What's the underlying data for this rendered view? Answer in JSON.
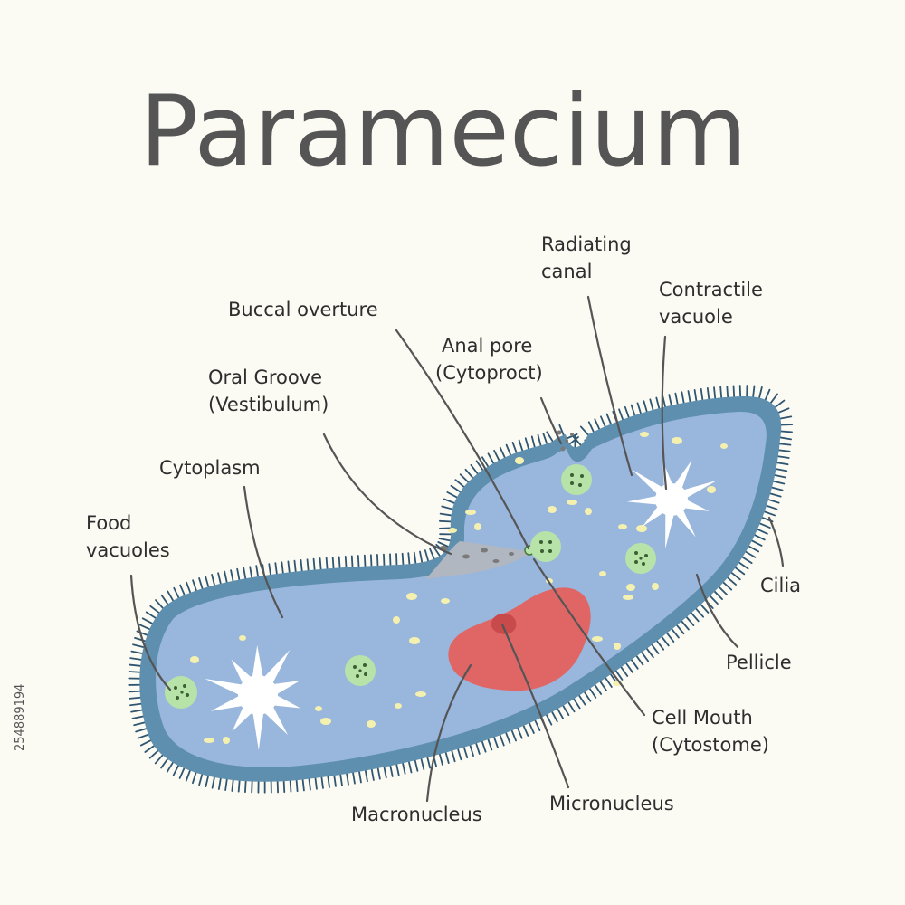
{
  "title": "Paramecium",
  "labels": {
    "radiating_canal": [
      "Radiating",
      "canal"
    ],
    "contractile_vacuole": [
      "Contractile",
      "vacuole"
    ],
    "buccal_overture": "Buccal overture",
    "anal_pore": [
      "Anal pore",
      "(Cytoproct)"
    ],
    "oral_groove": [
      "Oral Groove",
      "(Vestibulum)"
    ],
    "cytoplasm": "Cytoplasm",
    "food_vacuoles": [
      "Food",
      "vacuoles"
    ],
    "cilia": "Cilia",
    "pellicle": "Pellicle",
    "cell_mouth": [
      "Cell Mouth",
      "(Cytostome)"
    ],
    "macronucleus": "Macronucleus",
    "micronucleus": "Micronucleus"
  },
  "stock_id": "254889194",
  "colors": {
    "background": "#fbfaf3",
    "cytoplasm": "#99b6dc",
    "pellicle": "#5e8fae",
    "cilia": "#2f5570",
    "nucleus": "#e06666",
    "food_vacuole": "#b8e3a8",
    "granule": "#f4f0b0"
  }
}
